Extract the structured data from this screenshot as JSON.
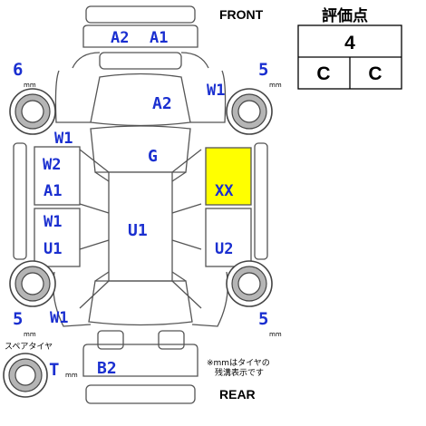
{
  "header": {
    "front_label": "FRONT",
    "rear_label": "REAR"
  },
  "score_table": {
    "title": "評価点",
    "overall": "4",
    "interior": "C",
    "exterior": "C"
  },
  "tread_depths": {
    "front_left": "6",
    "front_right": "5",
    "rear_left": "5",
    "rear_right": "5",
    "spare": "T",
    "unit": "mm"
  },
  "spare_label": "スペアタイヤ",
  "note": {
    "line1": "※mmはタイヤの",
    "line2": "残溝表示です"
  },
  "damage_codes": {
    "front_bumper_left": "A2",
    "front_bumper_right": "A1",
    "hood": "A2",
    "roof_glass": "G",
    "front_left_fender": "W1",
    "front_right_fender": "W1",
    "left_front_door_upper": "W2",
    "left_front_door_lower": "A1",
    "left_rear_door_upper": "W1",
    "left_rear_door_lower": "U1",
    "roof": "U1",
    "right_front_door": "XX",
    "right_rear_door": "U2",
    "rear_left_quarter": "W1",
    "rear_bumper": "B2"
  },
  "colors": {
    "code_blue": "#1a2fd0",
    "highlight_yellow": "#ffff00",
    "tire_gray": "#b5b5b5"
  }
}
